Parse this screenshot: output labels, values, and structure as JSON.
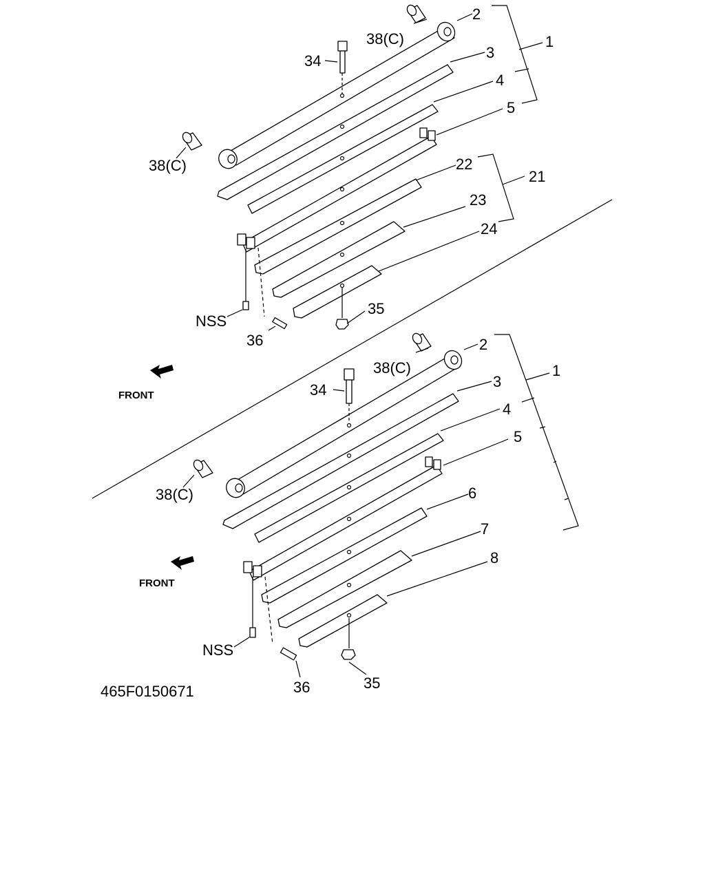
{
  "upper": {
    "labels": {
      "p2": "2",
      "p3": "3",
      "p4": "4",
      "p5": "5",
      "p1": "1",
      "p34": "34",
      "p38a": "38(C)",
      "p38b": "38(C)",
      "p22": "22",
      "p23": "23",
      "p24": "24",
      "p21": "21",
      "pNSS": "NSS",
      "p36": "36",
      "p35": "35"
    },
    "front": "FRONT"
  },
  "lower": {
    "labels": {
      "p2": "2",
      "p3": "3",
      "p4": "4",
      "p5": "5",
      "p6": "6",
      "p7": "7",
      "p8": "8",
      "p1": "1",
      "p34": "34",
      "p38a": "38(C)",
      "p38b": "38(C)",
      "pNSS": "NSS",
      "p36": "36",
      "p35": "35"
    },
    "front": "FRONT"
  },
  "drawing_code": "465F0150671"
}
